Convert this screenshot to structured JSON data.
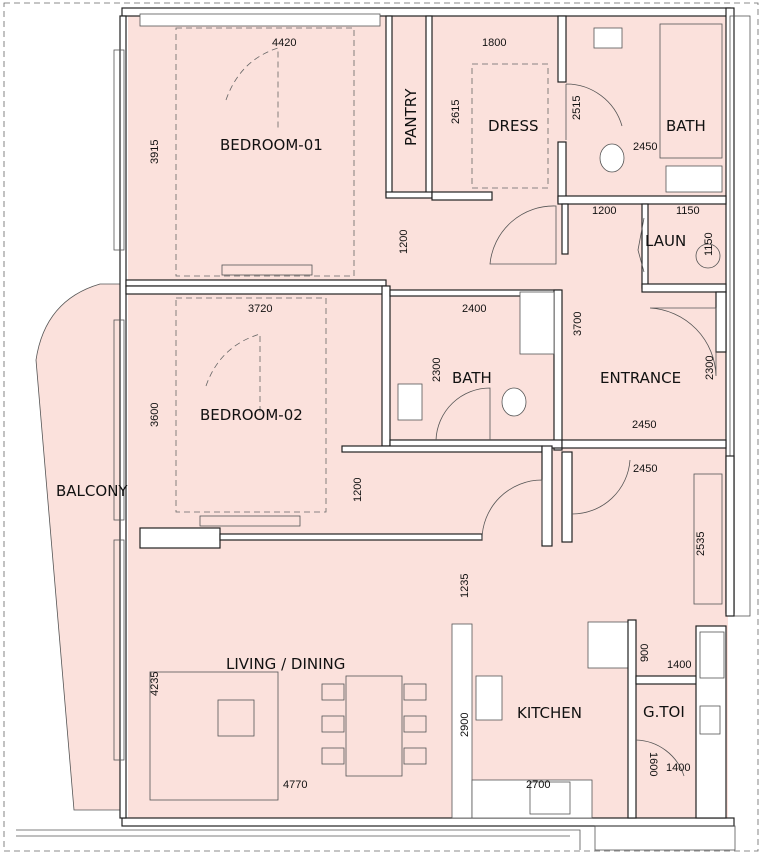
{
  "colors": {
    "floor_fill": "#fbe1dc",
    "wall": "#222222",
    "outline": "#555555",
    "background": "#ffffff"
  },
  "rooms": {
    "bedroom1": "BEDROOM-01",
    "pantry": "PANTRY",
    "dress": "DRESS",
    "bath1": "BATH",
    "laun": "LAUN",
    "bedroom2": "BEDROOM-02",
    "bath2": "BATH",
    "entrance": "ENTRANCE",
    "balcony": "BALCONY",
    "living": "LIVING / DINING",
    "kitchen": "KITCHEN",
    "gtoi": "G.TOI"
  },
  "dimensions": {
    "bed1_width": "4420",
    "bed1_height": "3915",
    "dress_width": "1800",
    "dress_height": "2615",
    "bath1_height": "2515",
    "bath1_width": "2450",
    "corridor_top": "1200",
    "laun_width_left": "1200",
    "laun_width": "1150",
    "laun_height": "1150",
    "bed2_width": "3720",
    "bath2_width": "2400",
    "entrance_height": "3700",
    "bath2_height": "2300",
    "entrance_side": "2300",
    "bed2_height": "3600",
    "entrance_width": "2450",
    "hall_width": "2450",
    "corridor_mid": "1200",
    "store_height": "2535",
    "living_corridor": "1235",
    "gtoi_top": "900",
    "gtoi_width_top": "1400",
    "living_height": "4235",
    "kitchen_height": "2900",
    "gtoi_height": "1600",
    "gtoi_width_bottom": "1400",
    "living_width": "4770",
    "kitchen_width": "2700"
  }
}
